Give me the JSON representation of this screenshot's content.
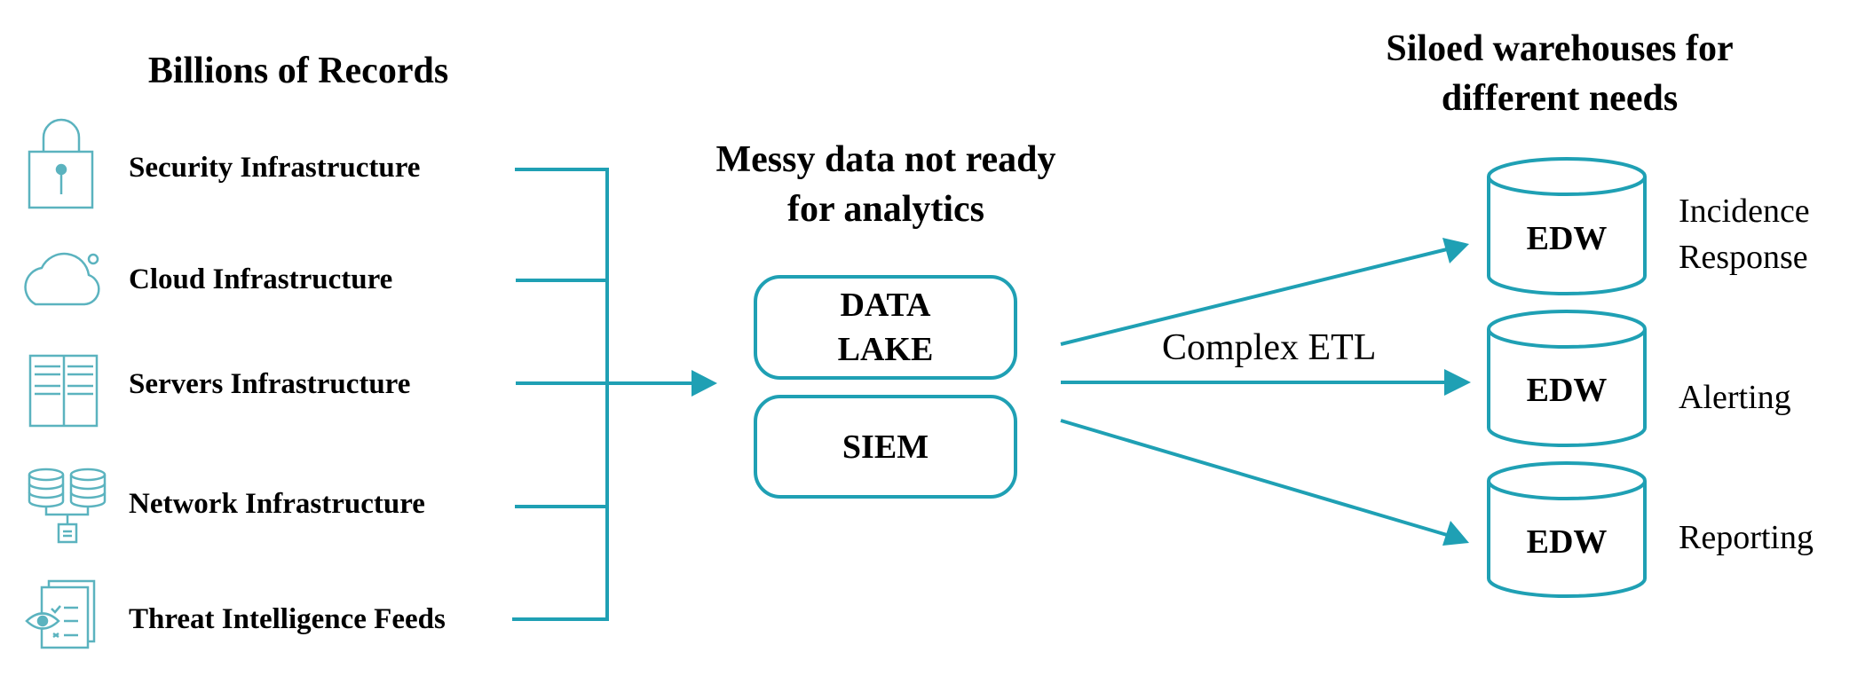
{
  "accent_color": "#1fa0b4",
  "icon_color": "#5bb3bf",
  "sources": {
    "title": "Billions of Records",
    "items": [
      {
        "label": "Security Infrastructure",
        "icon": "lock-icon"
      },
      {
        "label": "Cloud Infrastructure",
        "icon": "cloud-icon"
      },
      {
        "label": "Servers Infrastructure",
        "icon": "server-rack-icon"
      },
      {
        "label": "Network Infrastructure",
        "icon": "database-network-icon"
      },
      {
        "label": "Threat Intelligence Feeds",
        "icon": "eye-checklist-icon"
      }
    ]
  },
  "middle": {
    "title_line1": "Messy data not ready",
    "title_line2": "for analytics",
    "data_lake_line1": "DATA",
    "data_lake_line2": "LAKE",
    "siem": "SIEM",
    "etl_label": "Complex ETL"
  },
  "warehouses": {
    "title_line1": "Siloed warehouses for",
    "title_line2": "different needs",
    "items": [
      {
        "label": "EDW",
        "use_line1": "Incidence",
        "use_line2": "Response"
      },
      {
        "label": "EDW",
        "use_line1": "Alerting",
        "use_line2": ""
      },
      {
        "label": "EDW",
        "use_line1": "Reporting",
        "use_line2": ""
      }
    ]
  }
}
